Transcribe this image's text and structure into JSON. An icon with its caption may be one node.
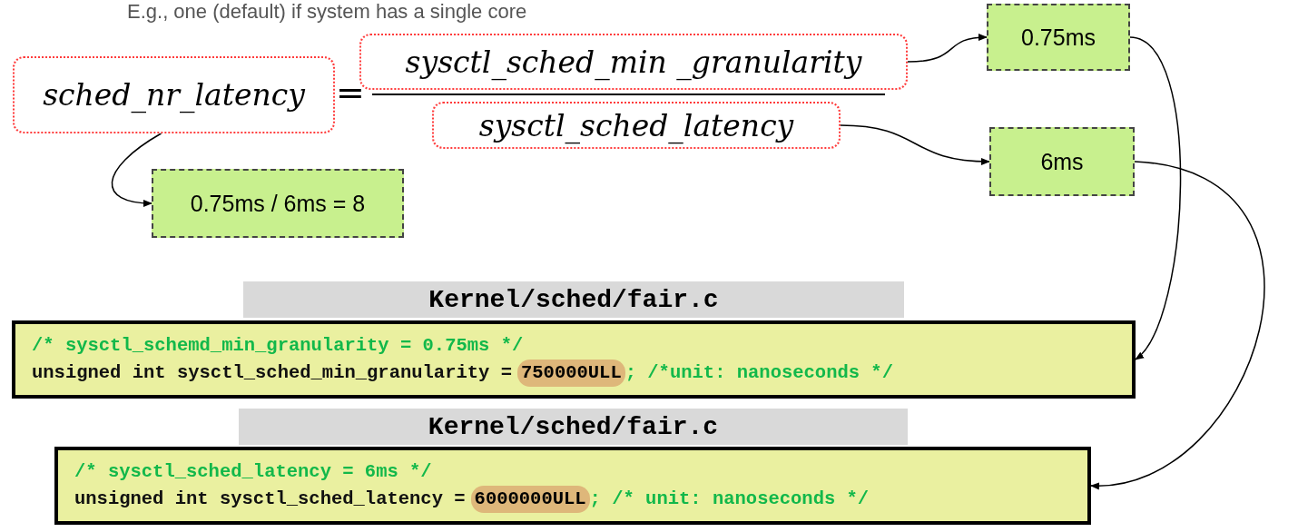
{
  "diagram": {
    "nodes": [
      {
        "text": [
          "sched_nr_latency"
        ]
      },
      {
        "text": [
          "sysctl_sched_min _granularity"
        ]
      },
      {
        "text": [
          "sysctl_sched_latency"
        ]
      },
      {
        "text": [
          "0.75ms"
        ]
      },
      {
        "text": [
          "6ms"
        ]
      },
      {
        "text": [
          "0.75ms / 6ms = 8"
        ]
      },
      {
        "text": [
          "Kernel/sched/fair.c"
        ]
      },
      {
        "text": [
          "/* sysctl_schemd_min_granularity = 0.75ms */",
          "unsigned int sysctl_sched_min_granularity =",
          "750000ULL",
          "; /*unit: nanoseconds */"
        ]
      },
      {
        "text": [
          "Kernel/sched/fair.c"
        ]
      },
      {
        "text": [
          "/* sysctl_sched_latency = 6ms */",
          "unsigned int sysctl_sched_latency =",
          "6000000ULL",
          "; /* unit: nanoseconds */"
        ]
      }
    ],
    "edges": [
      {
        "from": 0,
        "to": 5,
        "arrow": "to"
      },
      {
        "from": 1,
        "to": 3,
        "arrow": "to"
      },
      {
        "from": 2,
        "to": 4,
        "arrow": "to"
      },
      {
        "from": 3,
        "to": 7,
        "arrow": "to"
      },
      {
        "from": 4,
        "to": 9,
        "arrow": "to"
      }
    ],
    "labels": [
      "E.g., one (default) if system has a single core",
      "="
    ]
  }
}
